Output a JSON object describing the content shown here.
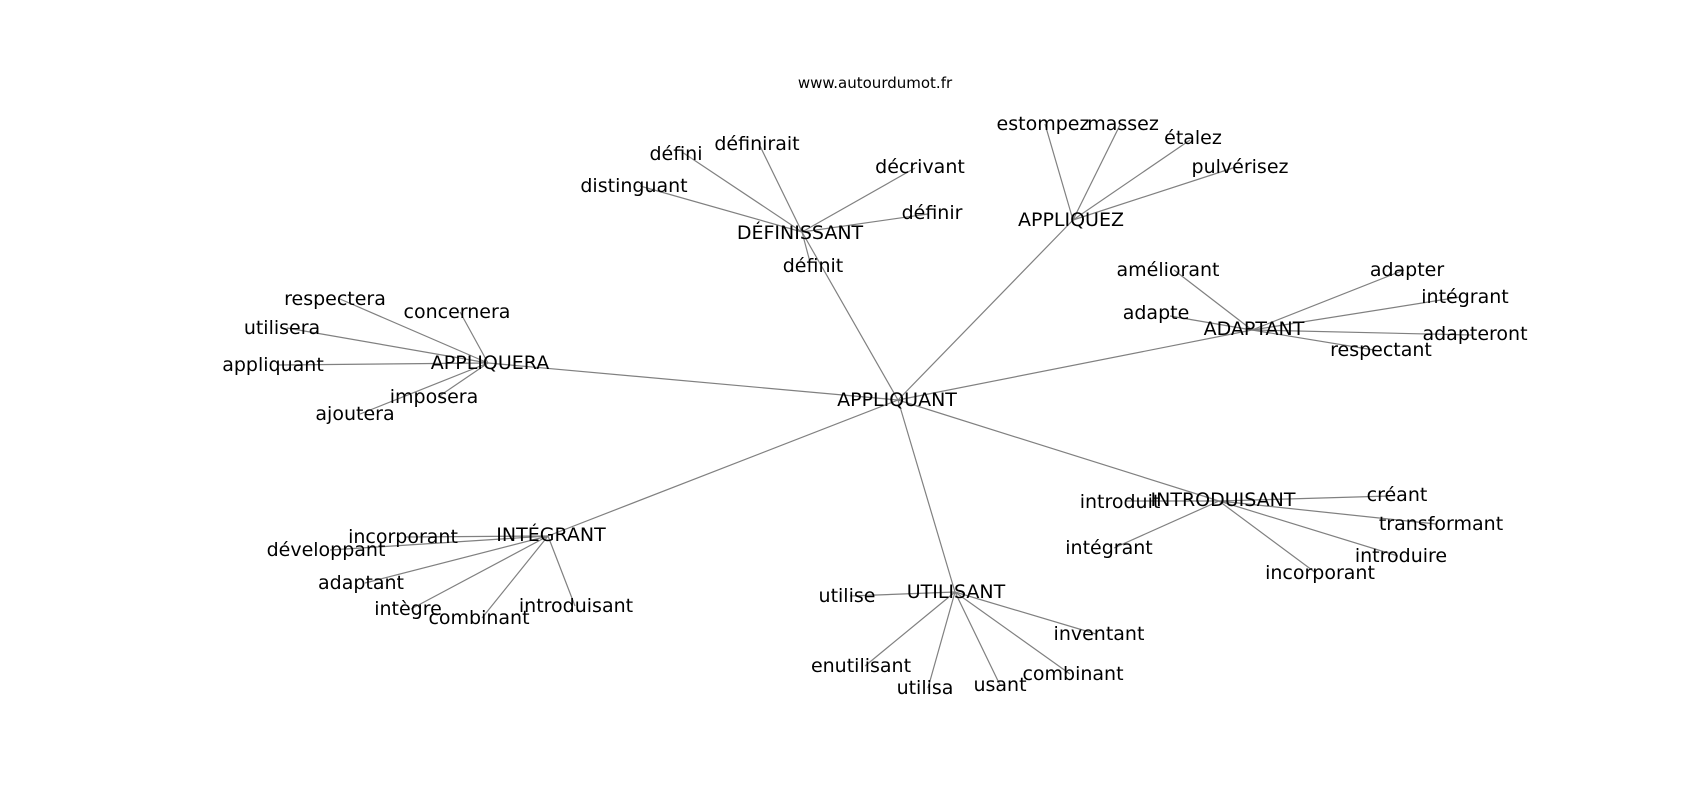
{
  "source_label": "www.autourdumot.fr",
  "colors": {
    "edge": "#808080",
    "text": "#000000",
    "background": "#ffffff"
  },
  "center": {
    "label": "APPLIQUANT"
  },
  "clusters": [
    {
      "id": "definissant",
      "label": "DÉFINISSANT",
      "words": [
        "défini",
        "définirait",
        "décrivant",
        "distinguant",
        "définir",
        "définit"
      ]
    },
    {
      "id": "appliquez",
      "label": "APPLIQUEZ",
      "words": [
        "estompez",
        "massez",
        "étalez",
        "pulvérisez"
      ]
    },
    {
      "id": "adaptant",
      "label": "ADAPTANT",
      "words": [
        "améliorant",
        "adapter",
        "intégrant",
        "adapte",
        "adapteront",
        "respectant"
      ]
    },
    {
      "id": "appliquera",
      "label": "APPLIQUERA",
      "words": [
        "respectera",
        "concernera",
        "utilisera",
        "appliquant",
        "imposera",
        "ajoutera"
      ]
    },
    {
      "id": "introduisant",
      "label": "INTRODUISANT",
      "words": [
        "introduit",
        "créant",
        "transformant",
        "intégrant",
        "introduire",
        "incorporant"
      ]
    },
    {
      "id": "integrant",
      "label": "INTÉGRANT",
      "words": [
        "incorporant",
        "développant",
        "adaptant",
        "intègre",
        "combinant",
        "introduisant"
      ]
    },
    {
      "id": "utilisant",
      "label": "UTILISANT",
      "words": [
        "utilise",
        "inventant",
        "enutilisant",
        "combinant",
        "utilisa",
        "usant"
      ]
    }
  ]
}
